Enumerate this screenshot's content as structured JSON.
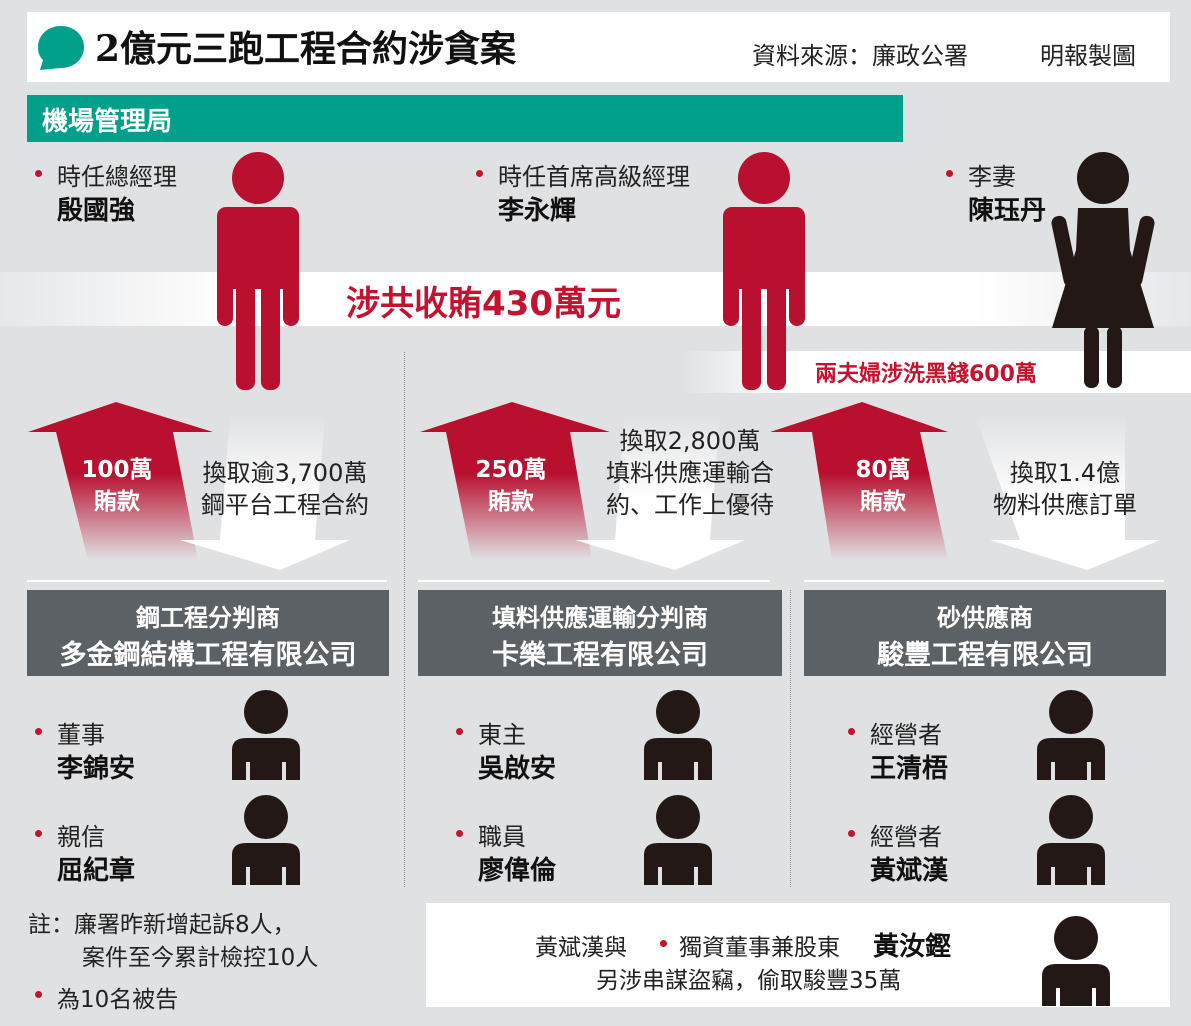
{
  "header": {
    "title": "2億元三跑工程合約涉貪案",
    "source": "資料來源：廉政公署",
    "credit": "明報製圖"
  },
  "organization": {
    "name": "機場管理局"
  },
  "officials": [
    {
      "role": "時任總經理",
      "name": "殷國強"
    },
    {
      "role": "時任首席高級經理",
      "name": "李永輝"
    },
    {
      "role": "李妻",
      "name": "陳珏丹"
    }
  ],
  "totals": {
    "bribes_total": "涉共收賄430萬元",
    "laundering": "兩夫婦涉洗黑錢600萬"
  },
  "flows": [
    {
      "amount": "100萬",
      "kind": "賄款",
      "return_line1": "換取逾3,700萬",
      "return_line2": "鋼平台工程合約",
      "return_line3": ""
    },
    {
      "amount": "250萬",
      "kind": "賄款",
      "return_line1": "換取2,800萬",
      "return_line2": "填料供應運輸合",
      "return_line3": "約、工作上優待"
    },
    {
      "amount": "80萬",
      "kind": "賄款",
      "return_line1": "換取1.4億",
      "return_line2": "物料供應訂單",
      "return_line3": ""
    }
  ],
  "companies": [
    {
      "type": "鋼工程分判商",
      "name": "多金鋼結構工程有限公司",
      "people": [
        {
          "role": "董事",
          "name": "李錦安"
        },
        {
          "role": "親信",
          "name": "屈紀章"
        }
      ]
    },
    {
      "type": "填料供應運輸分判商",
      "name": "卡樂工程有限公司",
      "people": [
        {
          "role": "東主",
          "name": "吳啟安"
        },
        {
          "role": "職員",
          "name": "廖偉倫"
        }
      ]
    },
    {
      "type": "砂供應商",
      "name": "駿豐工程有限公司",
      "people": [
        {
          "role": "經營者",
          "name": "王清梧"
        },
        {
          "role": "經營者",
          "name": "黃斌漢"
        }
      ]
    }
  ],
  "notes": {
    "line1": "註：廉署昨新增起訴8人，",
    "line2": "案件至今累計檢控10人",
    "line3": "為10名被告"
  },
  "extra_case": {
    "prefix": "黃斌漢與",
    "role": "獨資董事兼股東",
    "name": "黃汝鏗",
    "line2": "另涉串謀盜竊，偷取駿豐35萬"
  },
  "colors": {
    "accent_red": "#c4122f",
    "org_green": "#00a08a",
    "panel_gray": "#5b6164",
    "background": "#e0e1e3",
    "figure_dark": "#231815"
  }
}
